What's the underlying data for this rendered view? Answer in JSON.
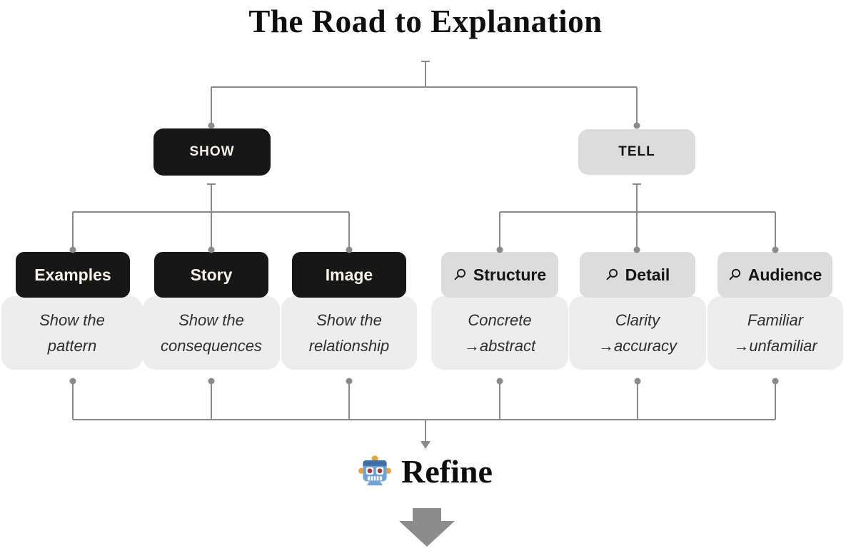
{
  "title": "The Road to Explanation",
  "level1": [
    {
      "label": "SHOW",
      "variant": "dark"
    },
    {
      "label": "TELL",
      "variant": "light"
    }
  ],
  "columns": [
    {
      "label": "Examples",
      "variant": "dark",
      "line1": "Show the",
      "line2": "pattern"
    },
    {
      "label": "Story",
      "variant": "dark",
      "line1": "Show the",
      "line2": "consequences"
    },
    {
      "label": "Image",
      "variant": "dark",
      "line1": "Show the",
      "line2": "relationship"
    },
    {
      "label": "Structure",
      "variant": "light",
      "icon": "magnifier-icon",
      "line1": "Concrete",
      "line2": "→abstract"
    },
    {
      "label": "Detail",
      "variant": "light",
      "icon": "magnifier-icon",
      "line1": "Clarity",
      "line2": "→accuracy"
    },
    {
      "label": "Audience",
      "variant": "light",
      "icon": "magnifier-icon",
      "line1": "Familiar",
      "line2": "→unfamiliar"
    }
  ],
  "footer": {
    "refine_label": "Refine",
    "robot_icon": "robot-icon"
  },
  "colors": {
    "dark_node_bg": "#171717",
    "dark_node_text": "#f8f4ec",
    "light_node_bg": "#dcdcdc",
    "panel_bg": "#ededed",
    "connector": "#8a8a8a",
    "big_arrow": "#8c8c8c"
  }
}
